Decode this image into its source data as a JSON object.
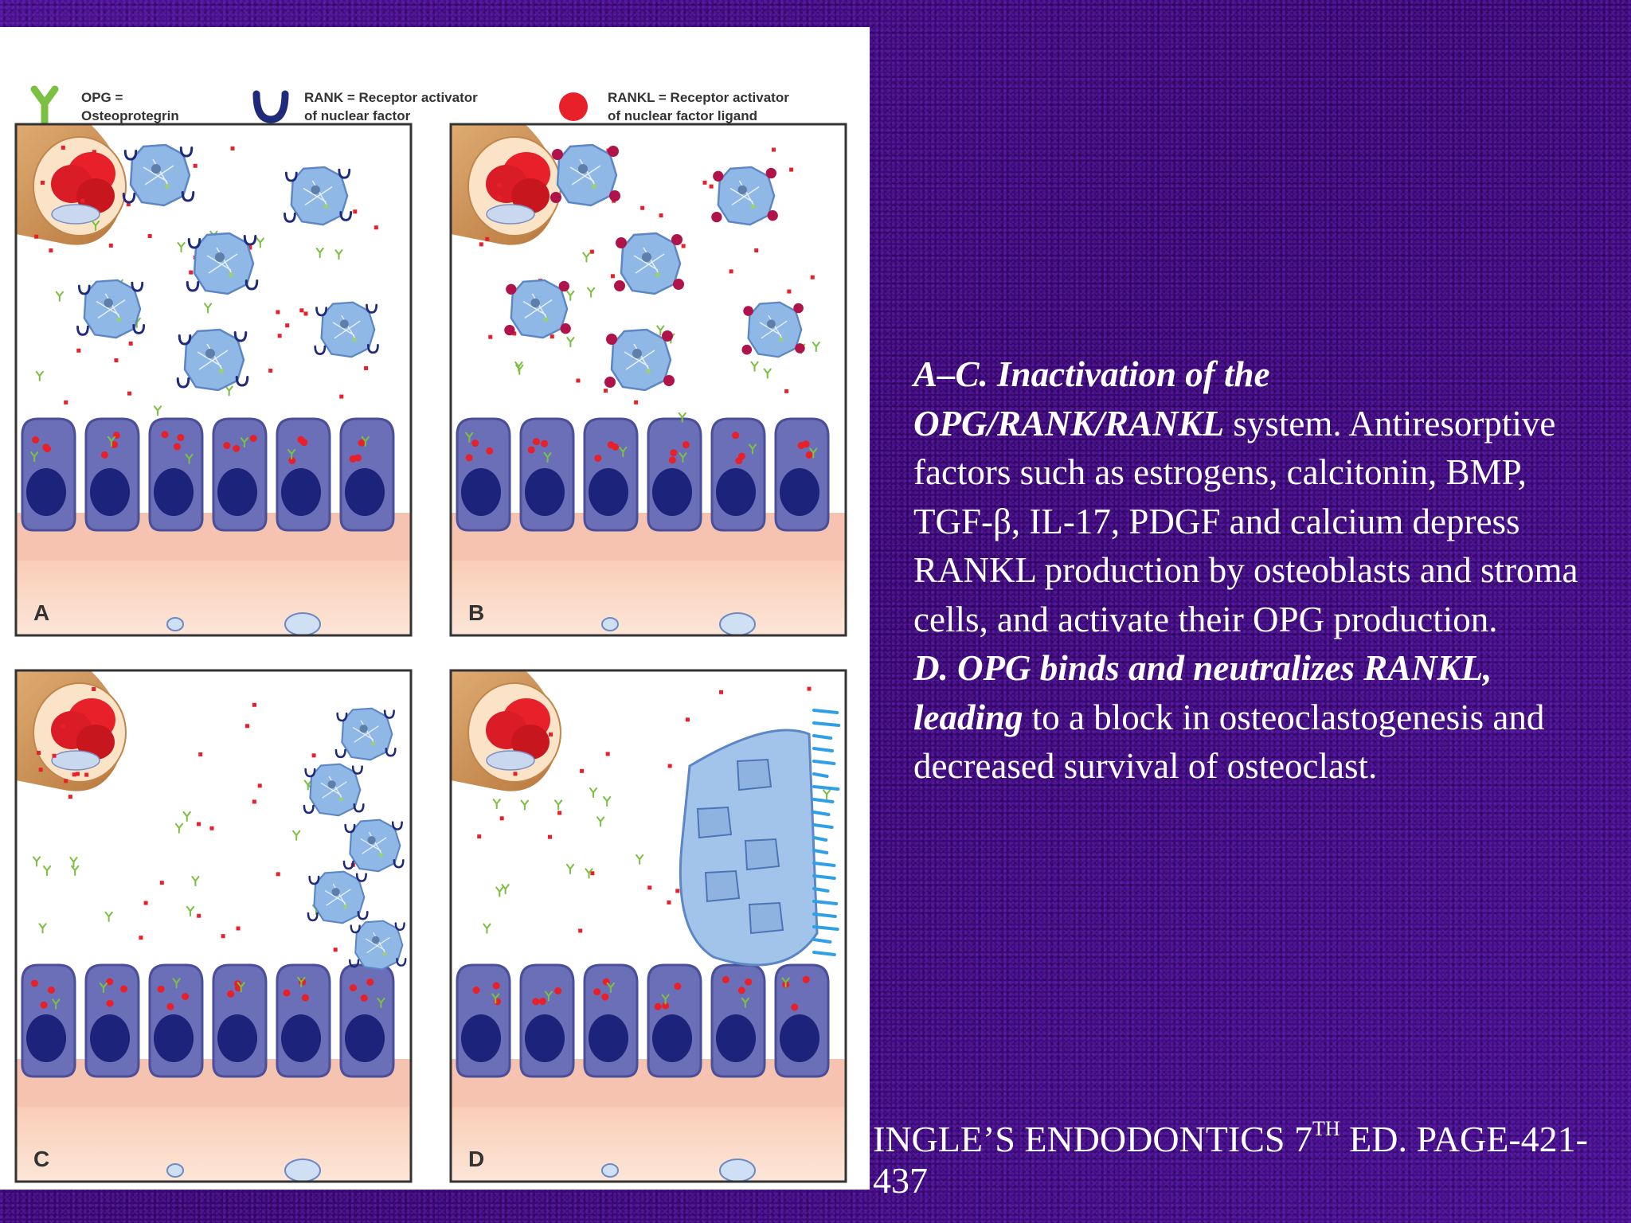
{
  "legend": [
    {
      "symbol": "opg-y-icon",
      "line1": "OPG =",
      "line2": "Osteoprotegrin"
    },
    {
      "symbol": "rank-cup-icon",
      "line1": "RANK = Receptor activator",
      "line2": "of nuclear factor"
    },
    {
      "symbol": "rankl-dot-icon",
      "line1": "RANKL = Receptor activator",
      "line2": "of nuclear factor ligand"
    }
  ],
  "panels": [
    {
      "id": "A",
      "label": "A"
    },
    {
      "id": "B",
      "label": "B"
    },
    {
      "id": "C",
      "label": "C"
    },
    {
      "id": "D",
      "label": "D"
    }
  ],
  "caption": {
    "heading_ac_1": "A–C. Inactivation of the",
    "heading_ac_2": "OPG/RANK/RANKL",
    "heading_ac_2_tail": " system.",
    "body_ac": "Antiresorptive factors such as estrogens, calcitonin, BMP, TGF-β, IL-17, PDGF and calcium depress RANKL production by osteoblasts and stroma cells, and activate their OPG production.",
    "heading_d_1": "D. OPG binds and neutralizes RANKL,",
    "heading_d_2": "leading",
    "body_d": " to a block in osteoclastogenesis and decreased survival of osteoclast."
  },
  "citation": {
    "pre": "INGLE’S ENDODONTICS 7",
    "sup": "TH",
    "post": " ED. PAGE-421-437"
  },
  "colors": {
    "background": "#3d0b7a",
    "opg": "#7bc043",
    "rank": "#1f2a7a",
    "rankl": "#e8202a",
    "osteoblast": "#6a6fb8",
    "nucleus": "#1c237a",
    "preosteoclast": "#8fb8e6",
    "bone": "#fbd9c6"
  }
}
